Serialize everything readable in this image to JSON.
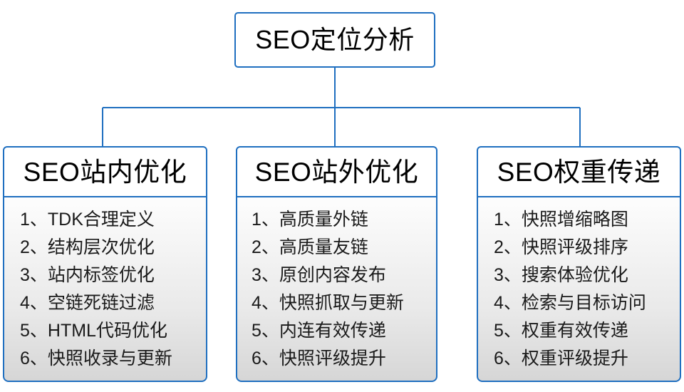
{
  "diagram": {
    "type": "tree-org-chart",
    "accent_color": "#1f6fc0",
    "root": {
      "label": "SEO定位分析"
    },
    "branches": [
      {
        "key": "onsite",
        "title": "SEO站内优化",
        "items": [
          "1、TDK合理定义",
          "2、结构层次优化",
          "3、站内标签优化",
          "4、空链死链过滤",
          "5、HTML代码优化",
          "6、快照收录与更新"
        ]
      },
      {
        "key": "offsite",
        "title": "SEO站外优化",
        "items": [
          "1、高质量外链",
          "2、高质量友链",
          "3、原创内容发布",
          "4、快照抓取与更新",
          "5、内连有效传递",
          "6、快照评级提升"
        ]
      },
      {
        "key": "weight",
        "title": "SEO权重传递",
        "items": [
          "1、快照增缩略图",
          "2、快照评级排序",
          "3、搜索体验优化",
          "4、检索与目标访问",
          "5、权重有效传递",
          "6、权重评级提升"
        ]
      }
    ]
  }
}
